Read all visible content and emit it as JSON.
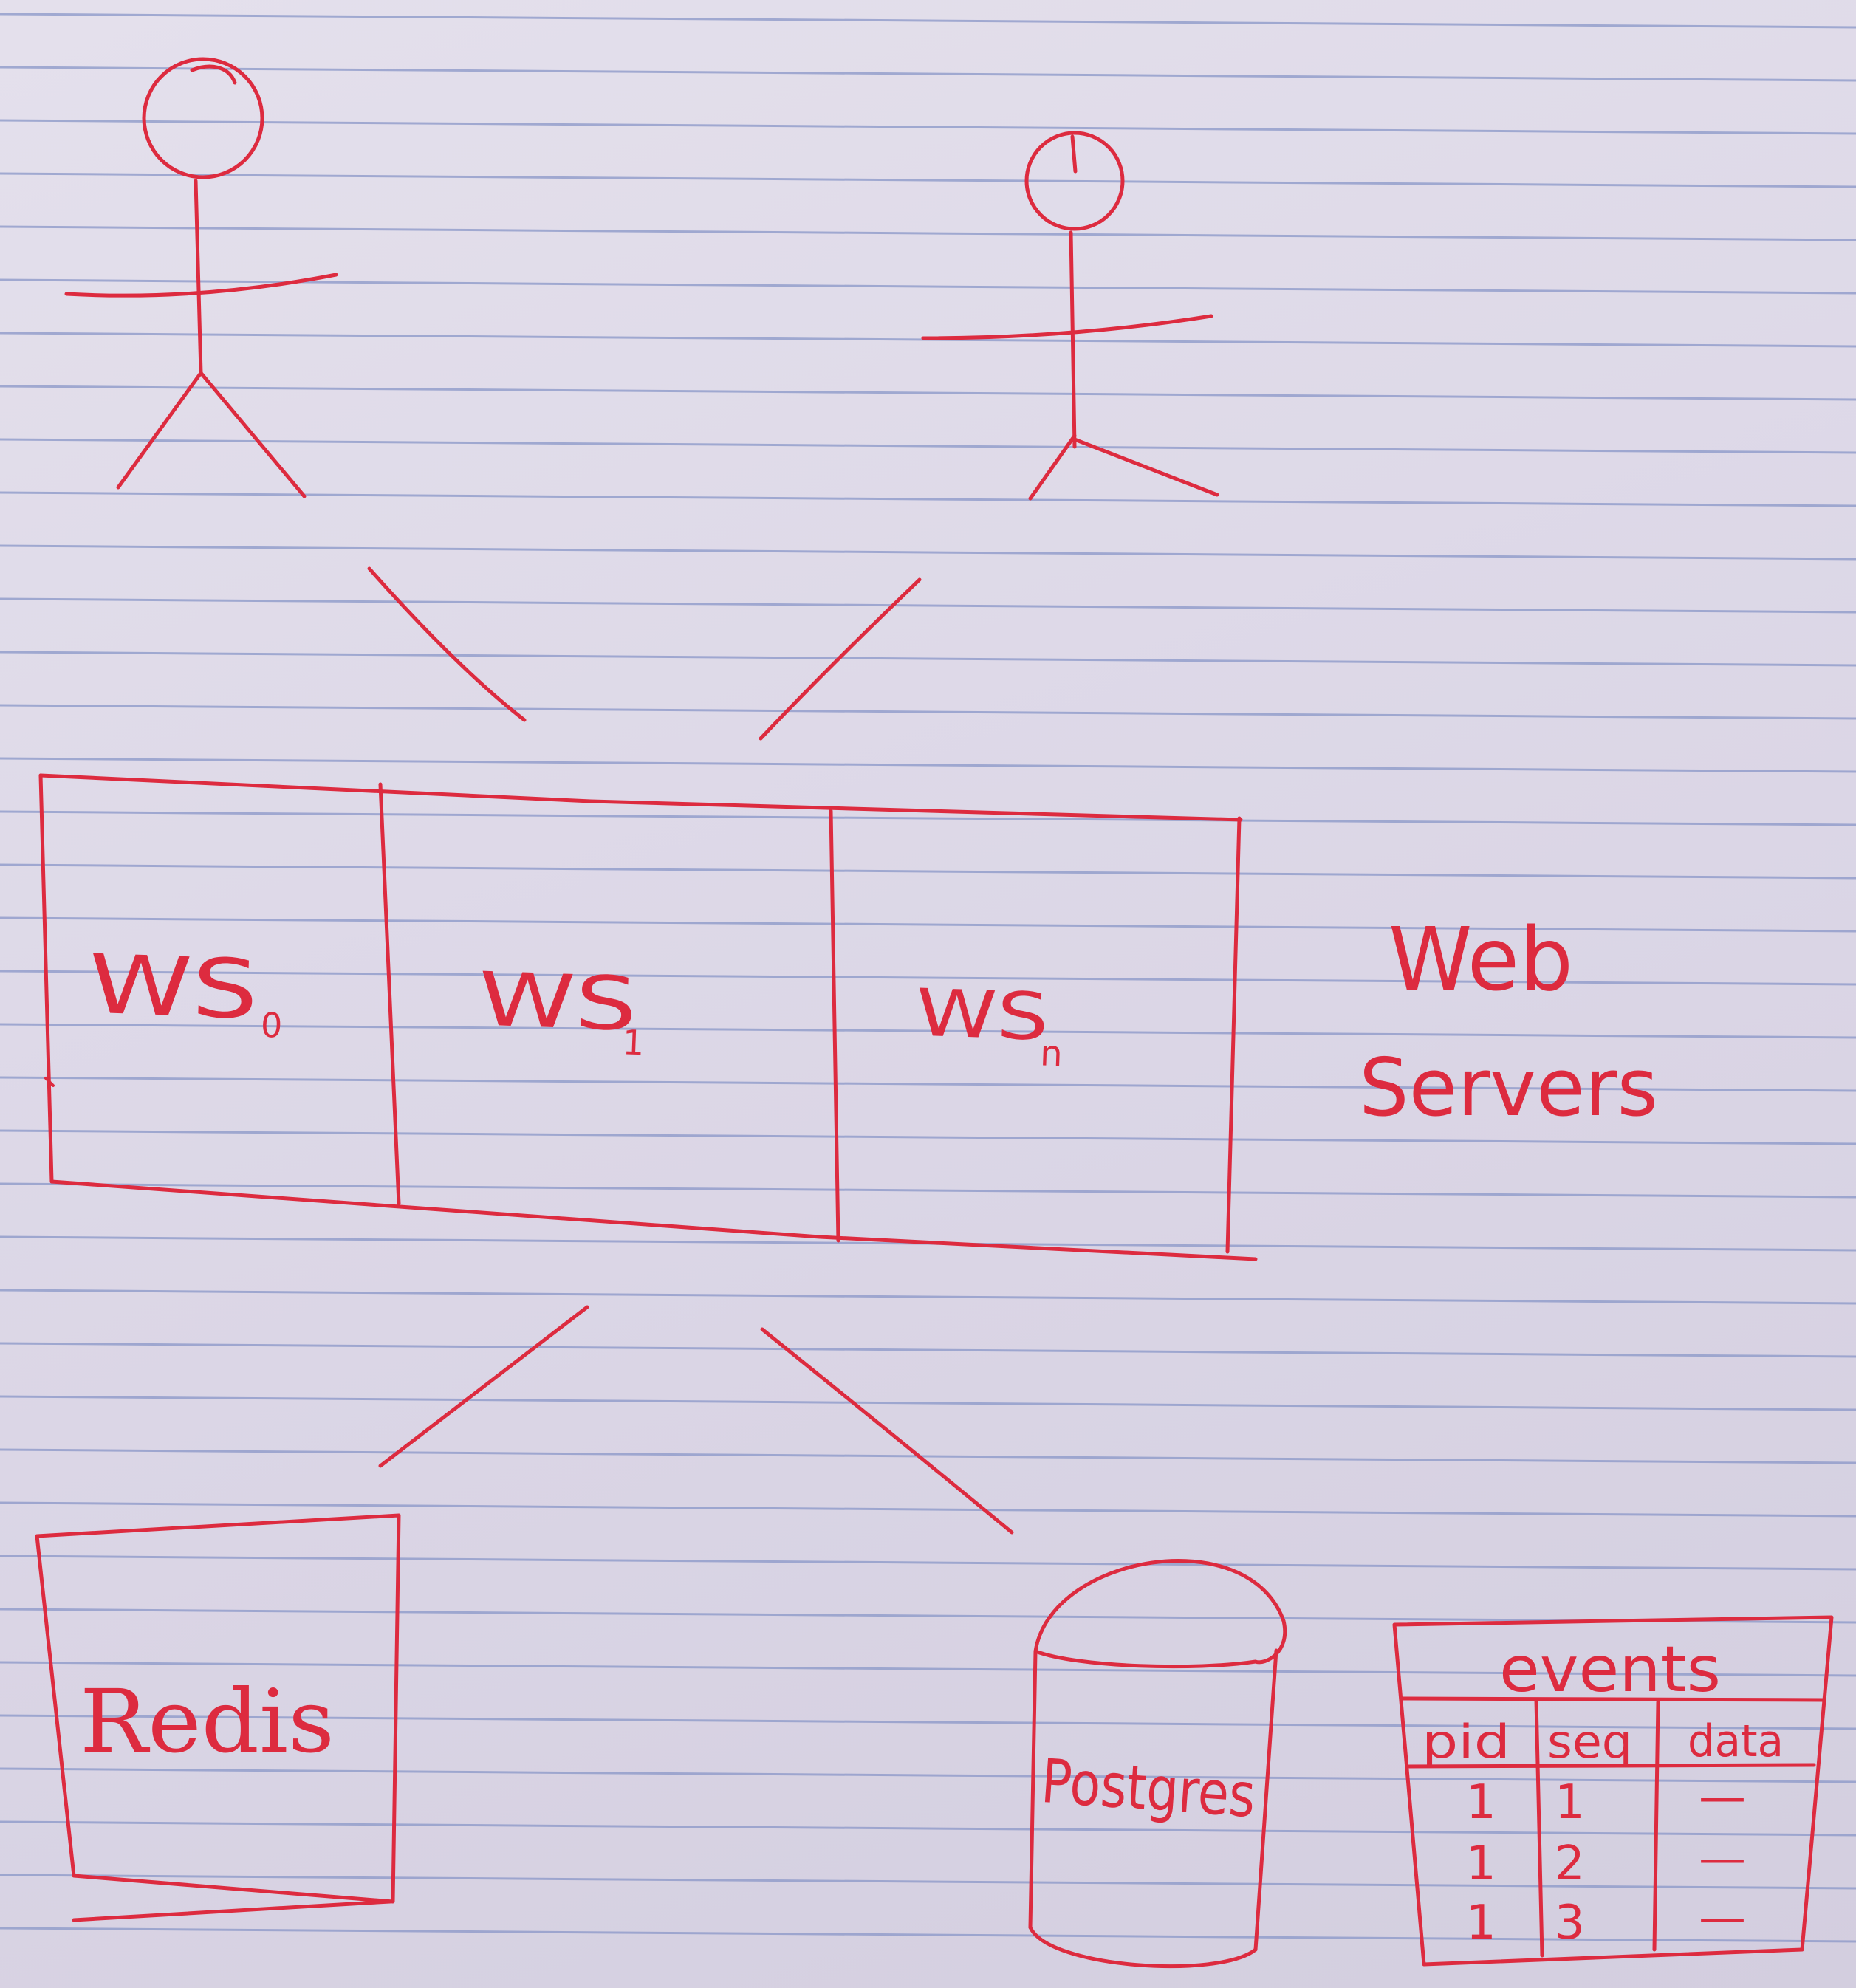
{
  "servers": {
    "items": [
      {
        "label": "WS",
        "sub": "0"
      },
      {
        "label": "WS",
        "sub": "1"
      },
      {
        "label": "WS",
        "sub": "n"
      }
    ],
    "caption_line1": "Web",
    "caption_line2": "Servers"
  },
  "stores": {
    "redis": "Redis",
    "postgres": "Postgres"
  },
  "events_table": {
    "title": "events",
    "columns": [
      "pid",
      "seq",
      "data"
    ],
    "rows": [
      [
        "1",
        "1",
        "—"
      ],
      [
        "1",
        "2",
        "—"
      ],
      [
        "1",
        "3",
        "—"
      ]
    ]
  },
  "colors": {
    "ink": "#dd2b3f",
    "rule": "#8a97c8",
    "paper": "#dcd7e6"
  }
}
